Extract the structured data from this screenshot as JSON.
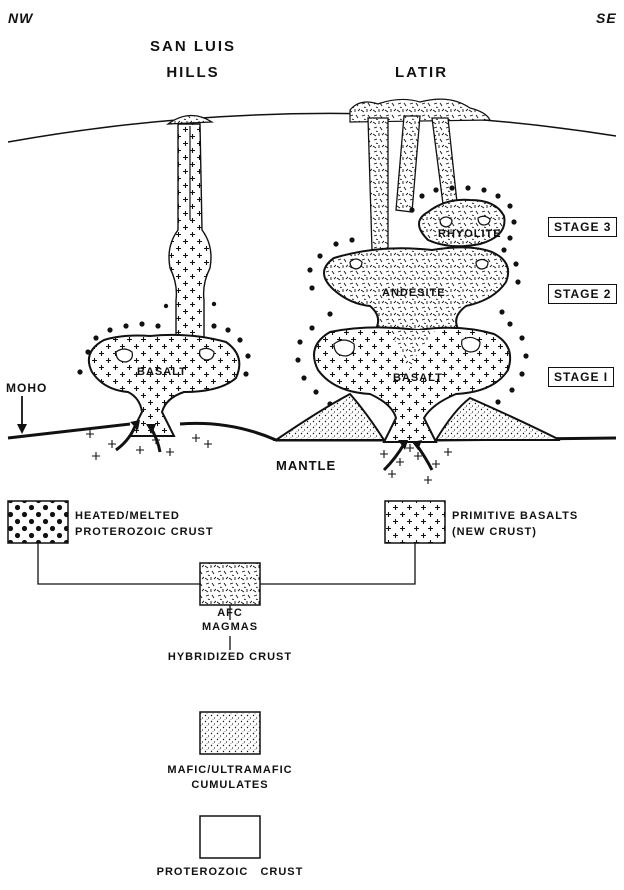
{
  "corners": {
    "left": "NW",
    "right": "SE"
  },
  "regions": {
    "san_luis_line1": "SAN LUIS",
    "san_luis_line2": "HILLS",
    "latir": "LATIR"
  },
  "magma_labels": {
    "basalt_left": "BASALT",
    "basalt_right": "BASALT",
    "andesite": "ANDESITE",
    "rhyolite": "RHYOLITE"
  },
  "stages": {
    "stage3": "STAGE 3",
    "stage2": "STAGE 2",
    "stage1": "STAGE I"
  },
  "side_labels": {
    "moho": "MOHO",
    "mantle": "MANTLE"
  },
  "legend": {
    "heated_line1": "HEATED/MELTED",
    "heated_line2": "PROTEROZOIC CRUST",
    "primitive_line1": "PRIMITIVE BASALTS",
    "primitive_line2": "(NEW CRUST)",
    "afc_line1": "AFC",
    "afc_line2": "MAGMAS",
    "hybrid": "HYBRIDIZED CRUST",
    "mafic_line1": "MAFIC/ULTRAMAFIC",
    "mafic_line2": "CUMULATES",
    "proterozoic": "PROTEROZOIC   CRUST"
  },
  "colors": {
    "ink": "#111111",
    "paper": "#ffffff"
  }
}
